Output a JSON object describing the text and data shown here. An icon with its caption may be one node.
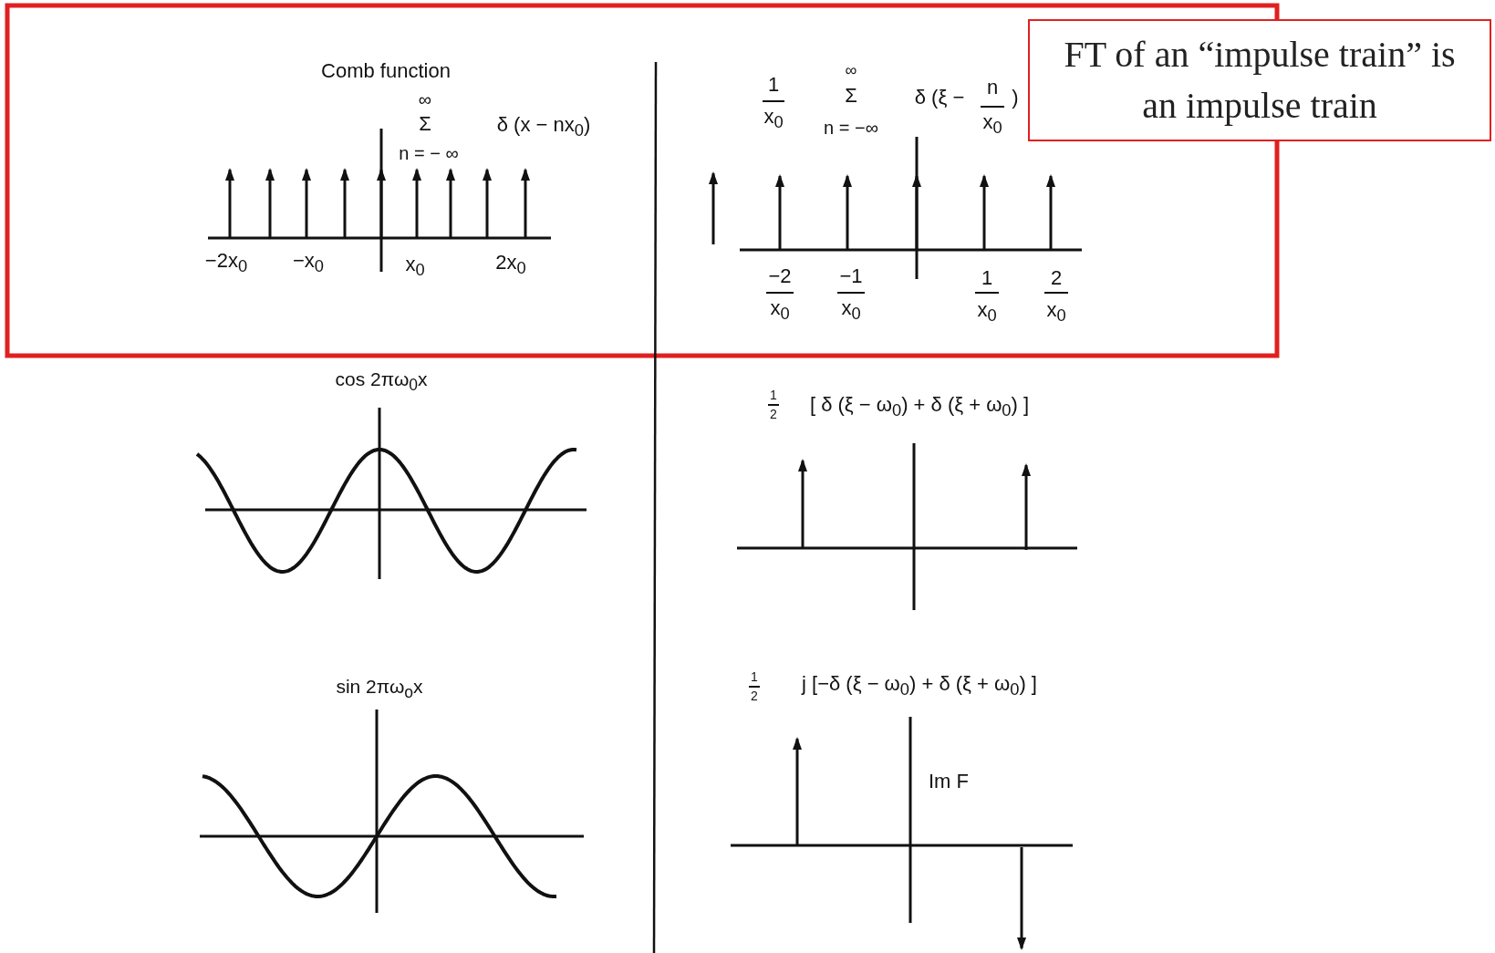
{
  "diagram": {
    "nodes": [
      {
        "text": [
          "FT of an “impulse train” is an impulse train"
        ]
      }
    ],
    "edges": [],
    "labels": [
      "Comb function",
      "∞",
      "Σ",
      "δ (x − nx$_{0}$)",
      "n = − ∞",
      "−2x$_{0}$",
      "−x$_{0}$",
      "x$_{0}$",
      "2x$_{0}$",
      "1",
      "x$_{0}$",
      "∞",
      "Σ",
      "n = −∞",
      "δ (ξ −",
      "n",
      "x$_{0}$",
      ")",
      "−2",
      "x$_{0}$",
      "−1",
      "x$_{0}$",
      "1",
      "x$_{0}$",
      "2",
      "x$_{0}$",
      "cos 2πω$_{0}$x",
      "1",
      "2",
      "[ δ (ξ − ω$_{0}$) + δ (ξ + ω$_{0}$) ]",
      "sin 2πω$_{o}$x",
      "1",
      "2",
      "j [−δ (ξ − ω$_{0}$) + δ (ξ + ω$_{0}$) ]",
      "Im F"
    ]
  }
}
